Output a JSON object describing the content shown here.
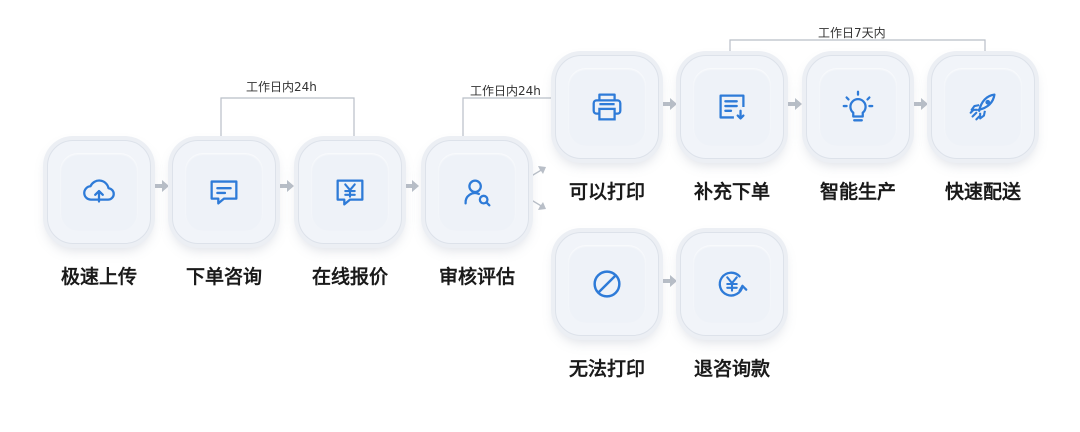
{
  "steps": [
    {
      "id": "upload",
      "label": "极速上传",
      "icon": "cloud-upload-icon"
    },
    {
      "id": "consult",
      "label": "下单咨询",
      "icon": "chat-message-icon"
    },
    {
      "id": "quote",
      "label": "在线报价",
      "icon": "yuan-price-icon"
    },
    {
      "id": "review",
      "label": "审核评估",
      "icon": "user-search-icon"
    },
    {
      "id": "printable",
      "label": "可以打印",
      "icon": "printer-icon"
    },
    {
      "id": "supplement",
      "label": "补充下单",
      "icon": "document-download-icon"
    },
    {
      "id": "produce",
      "label": "智能生产",
      "icon": "lightbulb-icon"
    },
    {
      "id": "deliver",
      "label": "快速配送",
      "icon": "rocket-icon"
    },
    {
      "id": "unprintable",
      "label": "无法打印",
      "icon": "prohibited-icon"
    },
    {
      "id": "refund",
      "label": "退咨询款",
      "icon": "yuan-refund-icon"
    }
  ],
  "timelines": {
    "consult_quote": "工作日内24h",
    "review_print": "工作日内24h",
    "supplement_deliver": "工作日7天内"
  },
  "colors": {
    "accent": "#2e7bd8",
    "connector": "#b9bfc8"
  }
}
